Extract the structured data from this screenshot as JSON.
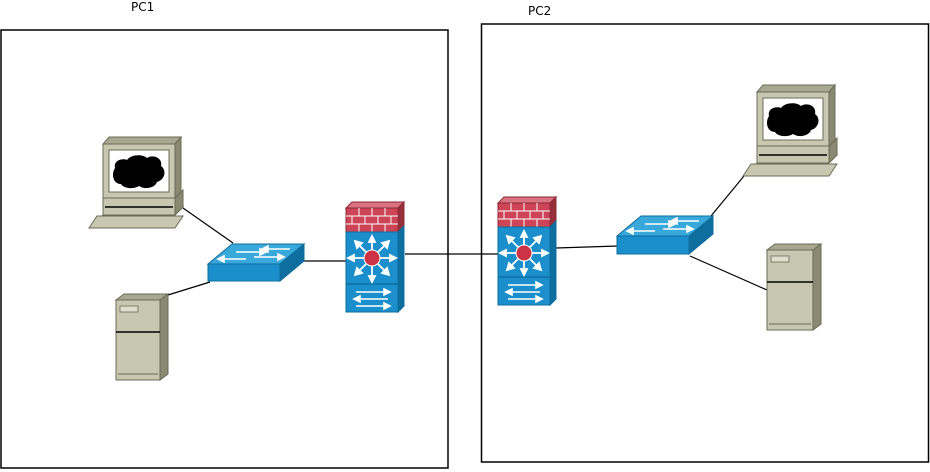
{
  "zones": [
    {
      "id": "pc1",
      "label": "PC1"
    },
    {
      "id": "pc2",
      "label": "PC2"
    }
  ],
  "devices": [
    {
      "id": "pc1-workstation",
      "type": "workstation",
      "zone": "pc1"
    },
    {
      "id": "pc1-server",
      "type": "server",
      "zone": "pc1"
    },
    {
      "id": "pc1-switch",
      "type": "switch",
      "zone": "pc1"
    },
    {
      "id": "pc1-firewall",
      "type": "firewall-router",
      "zone": "pc1"
    },
    {
      "id": "pc2-firewall",
      "type": "firewall-router",
      "zone": "pc2"
    },
    {
      "id": "pc2-switch",
      "type": "switch",
      "zone": "pc2"
    },
    {
      "id": "pc2-workstation",
      "type": "workstation",
      "zone": "pc2"
    },
    {
      "id": "pc2-server",
      "type": "server",
      "zone": "pc2"
    }
  ],
  "links": [
    {
      "from": "pc1-workstation",
      "to": "pc1-switch"
    },
    {
      "from": "pc1-server",
      "to": "pc1-switch"
    },
    {
      "from": "pc1-switch",
      "to": "pc1-firewall"
    },
    {
      "from": "pc1-firewall",
      "to": "pc2-firewall"
    },
    {
      "from": "pc2-firewall",
      "to": "pc2-switch"
    },
    {
      "from": "pc2-switch",
      "to": "pc2-workstation"
    },
    {
      "from": "pc2-switch",
      "to": "pc2-server"
    }
  ],
  "colors": {
    "switch_top": "#39a8da",
    "switch_front": "#1a8fcc",
    "switch_side": "#0e6e9e",
    "brick": "#cc4455",
    "server_body": "#c8c8b0",
    "monitor_body": "#c8c8b0",
    "router_hub": "#cc3344"
  },
  "icons": {
    "workstation": "desktop-computer-icon",
    "server": "tower-server-icon",
    "switch": "network-switch-icon",
    "firewall-router": "firewall-multilayer-switch-icon"
  }
}
